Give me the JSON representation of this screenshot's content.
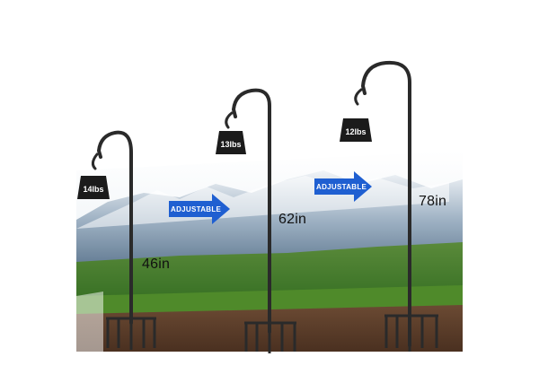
{
  "hooks": [
    {
      "weight": "14lbs",
      "height": "46in"
    },
    {
      "weight": "13lbs",
      "height": "62in"
    },
    {
      "weight": "12lbs",
      "height": "78in"
    }
  ],
  "arrows": [
    {
      "label": "ADJUSTABLE"
    },
    {
      "label": "ADJUSTABLE"
    }
  ],
  "colors": {
    "arrow_blue": "#1f5fd1",
    "pole": "#2a2a2a",
    "weight": "#1b1b1b"
  }
}
